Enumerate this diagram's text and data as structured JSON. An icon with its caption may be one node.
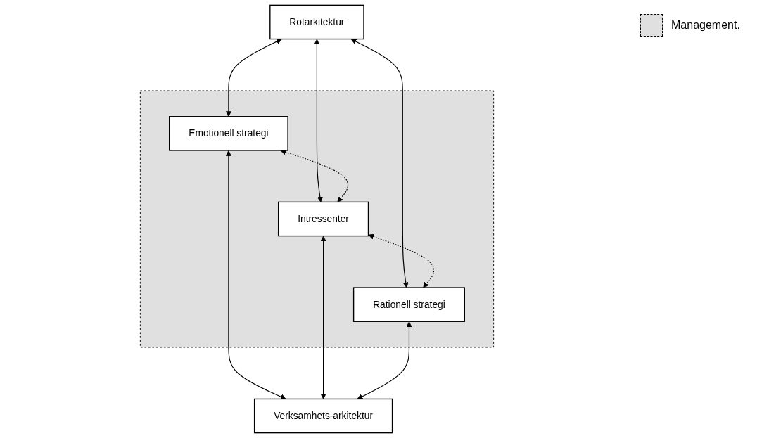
{
  "diagram": {
    "nodes": [
      {
        "text": [
          "Rotarkitektur"
        ]
      },
      {
        "text": [],
        "shape": "box"
      },
      {
        "text": [
          "Emotionell strategi"
        ],
        "in": 1
      },
      {
        "text": [
          "Intressenter"
        ],
        "in": 1
      },
      {
        "text": [
          "Rationell strategi"
        ],
        "in": 1
      },
      {
        "text": [
          "Verksamhets-arkitektur"
        ]
      }
    ],
    "edges": [
      {
        "from": 0,
        "to": 2,
        "arrow": "both"
      },
      {
        "from": 0,
        "to": 3,
        "arrow": "both"
      },
      {
        "from": 0,
        "to": 4,
        "arrow": "both"
      },
      {
        "from": 2,
        "to": 3,
        "arrow": "both",
        "style": "dashed"
      },
      {
        "from": 3,
        "to": 4,
        "arrow": "both",
        "style": "dashed"
      },
      {
        "from": 2,
        "to": 5,
        "arrow": "both"
      },
      {
        "from": 3,
        "to": 5,
        "arrow": "both"
      },
      {
        "from": 4,
        "to": 5,
        "arrow": "both"
      }
    ],
    "legend": [
      {
        "text": "Management.",
        "color": "#e0e0e0"
      }
    ]
  }
}
